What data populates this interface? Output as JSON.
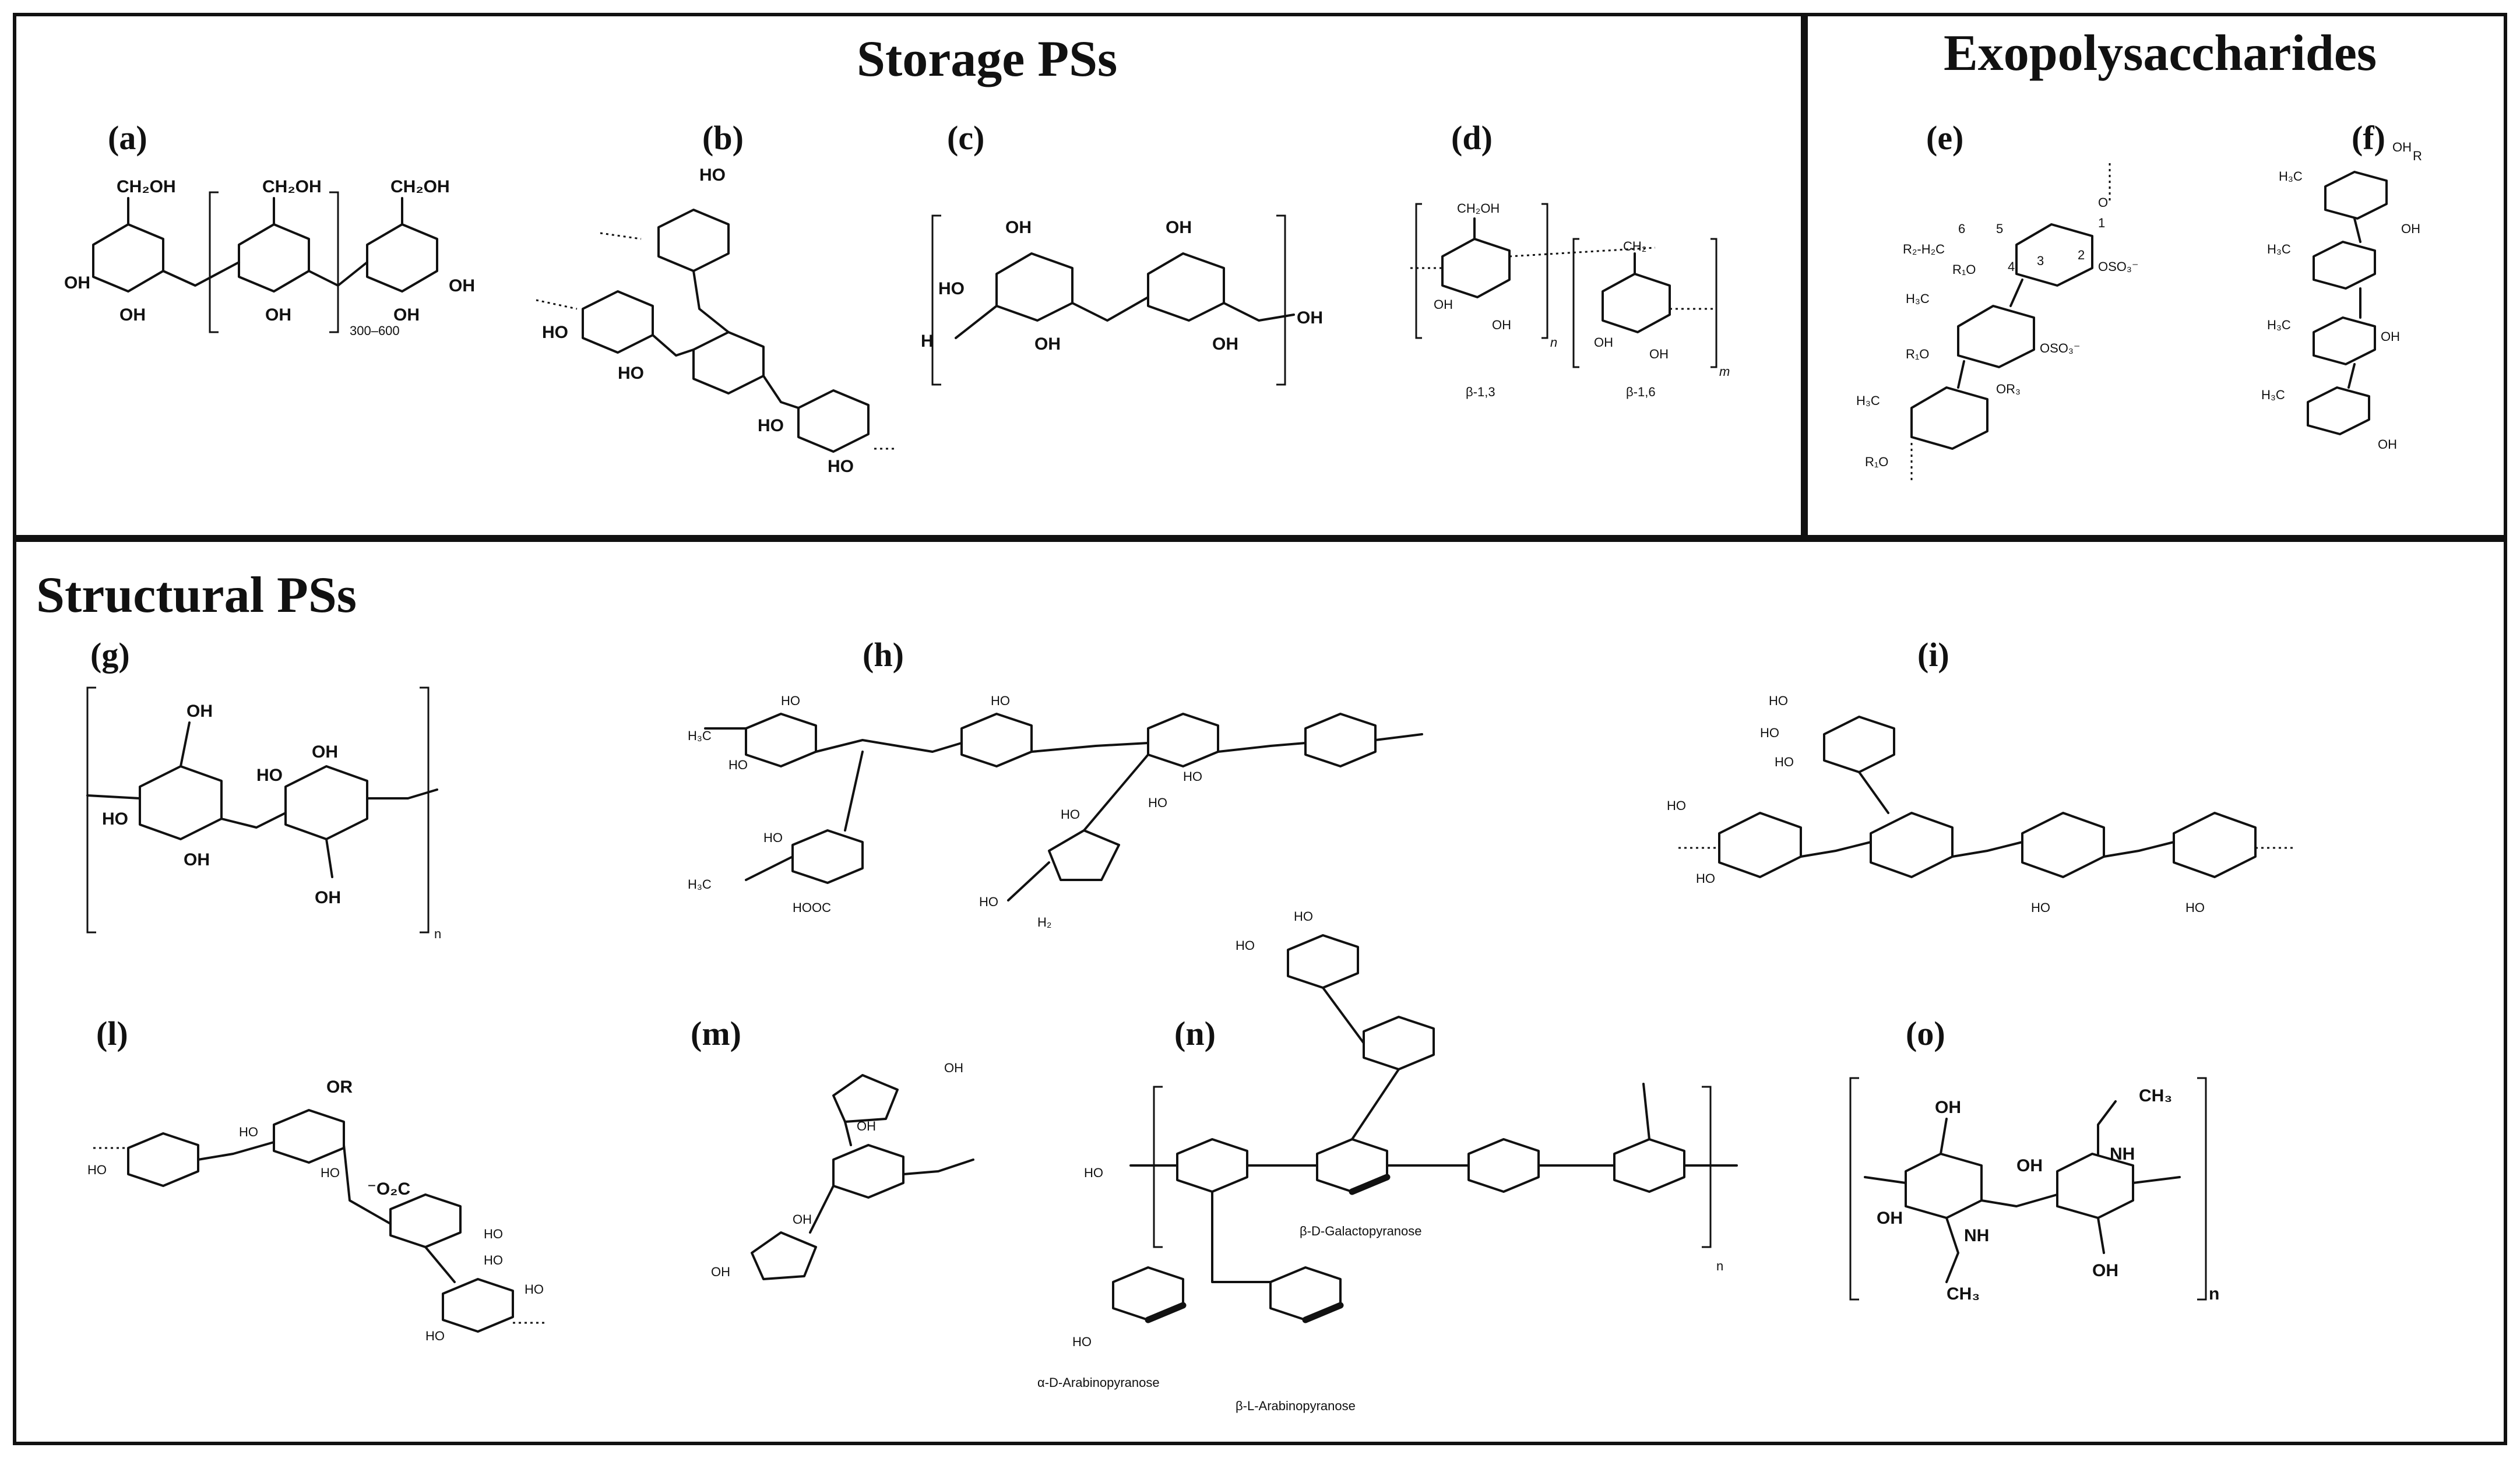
{
  "sections": {
    "storage": "Storage PSs",
    "exopolysaccharides": "Exopolysaccharides",
    "structural": "Structural PSs"
  },
  "panels": {
    "a": {
      "label": "(a)",
      "substituent": "CH₂OH",
      "hydroxyl": "OH",
      "repeat": "300–600"
    },
    "b": {
      "label": "(b)",
      "hydroxyl": "HO"
    },
    "c": {
      "label": "(c)",
      "hydroxyl": "OH",
      "left_group": "HO",
      "terminal_h": "H"
    },
    "d": {
      "label": "(d)",
      "substituent": "CH₂OH",
      "ch2": "CH₂",
      "subscript_n": "n",
      "subscript_m": "m",
      "linkage_1": "β-1,3",
      "linkage_2": "β-1,6",
      "hydroxyl": "OH"
    },
    "e": {
      "label": "(e)",
      "group_r2": "R₂-H₂C",
      "group_r1": "R₁O",
      "group_r3": "OR₃",
      "sulfate": "OSO₃⁻",
      "methyl": "H₃C",
      "ring_oxygen": "O",
      "locants": [
        "6",
        "5",
        "4",
        "3",
        "2",
        "1"
      ]
    },
    "f": {
      "label": "(f)",
      "hydroxyl": "OH",
      "methyl": "H₃C",
      "substituent_r": "R"
    },
    "g": {
      "label": "(g)",
      "hydroxyl": "OH",
      "left_group": "HO",
      "subscript": "n"
    },
    "h": {
      "label": "(h)",
      "hydroxyl": "HO",
      "methyl_ether": "H₃C",
      "carboxyl": "HOOC",
      "ch2": "H₂"
    },
    "i": {
      "label": "(i)",
      "hydroxyl": "HO"
    },
    "l": {
      "label": "(l)",
      "hydroxyl": "HO",
      "or_group": "OR",
      "carboxylate": "⁻O₂C"
    },
    "m": {
      "label": "(m)",
      "hydroxyl": "OH"
    },
    "n": {
      "label": "(n)",
      "caption_galacto": "β-D-Galactopyranose",
      "caption_alpha_ara": "α-D-Arabinopyranose",
      "caption_beta_ara": "β-L-Arabinopyranose",
      "subscript": "n",
      "hydroxyl": "HO"
    },
    "o": {
      "label": "(o)",
      "hydroxyl": "OH",
      "methyl": "CH₃",
      "amide_nh": "NH",
      "subscript": "n"
    }
  }
}
